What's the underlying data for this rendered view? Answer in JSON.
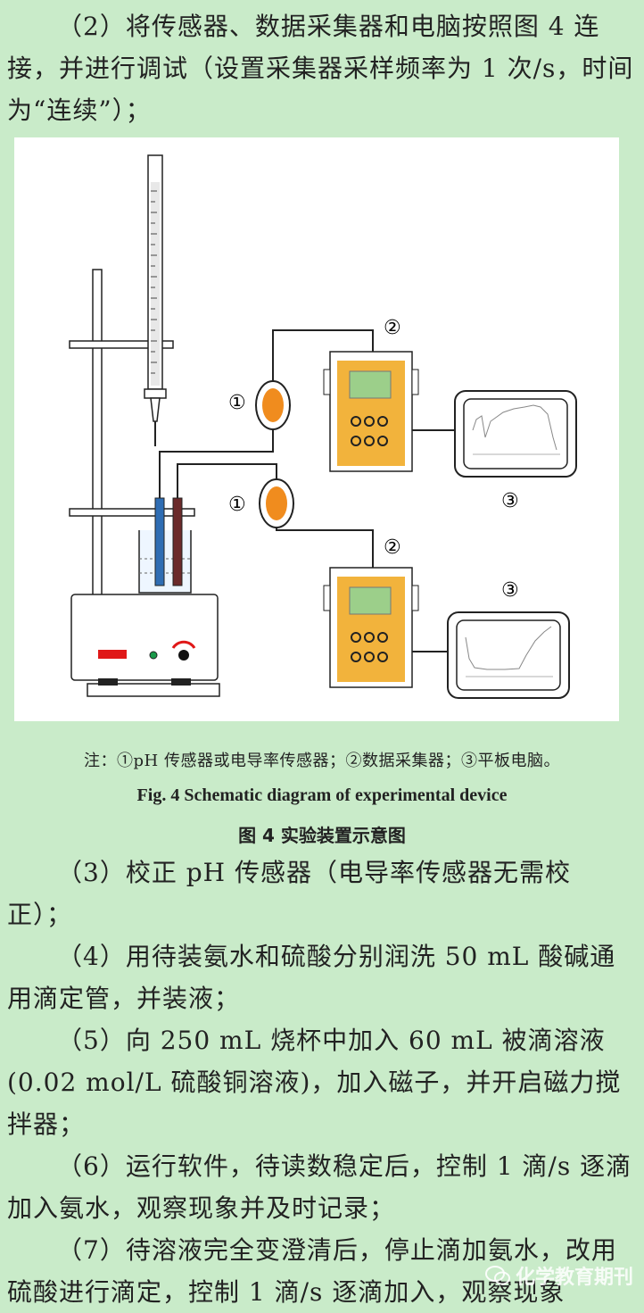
{
  "top_paragraphs": [
    "（2）将传感器、数据采集器和电脑按照图 4 连接，并进行调试（设置采集器采样频率为 1 次/s，时间为“连续”）；"
  ],
  "figure": {
    "labels": {
      "sensor_top": "①",
      "sensor_bottom": "①",
      "collector_top": "②",
      "collector_bottom": "②",
      "tablet_top": "③",
      "tablet_bottom": "③"
    },
    "note": "注：①pH 传感器或电导率传感器；②数据采集器；③平板电脑。",
    "caption_en": "Fig. 4    Schematic diagram of experimental device",
    "caption_cn": "图 4    实验装置示意图"
  },
  "bottom_paragraphs": [
    "（3）校正 pH 传感器（电导率传感器无需校正）；",
    "（4）用待装氨水和硫酸分别润洗 50 mL 酸碱通用滴定管，并装液；",
    "（5）向 250 mL 烧杯中加入 60 mL 被滴溶液(0.02 mol/L 硫酸铜溶液)，加入磁子，并开启磁力搅拌器；",
    "（6）运行软件，待读数稳定后，控制 1 滴/s 逐滴加入氨水，观察现象并及时记录；",
    "（7）待溶液完全变澄清后，停止滴加氨水，改用硫酸进行滴定，控制 1 滴/s 逐滴加入，观察现象"
  ],
  "watermark": "化学教育期刊",
  "colors": {
    "background": "#c9ebc9",
    "device_body": "#f2b33c",
    "screen": "#9ccf8a",
    "sensor_orange": "#f08c1e",
    "electrode_blue": "#2f6db3",
    "electrode_brown": "#6b2a2a",
    "display_red": "#e01818"
  }
}
